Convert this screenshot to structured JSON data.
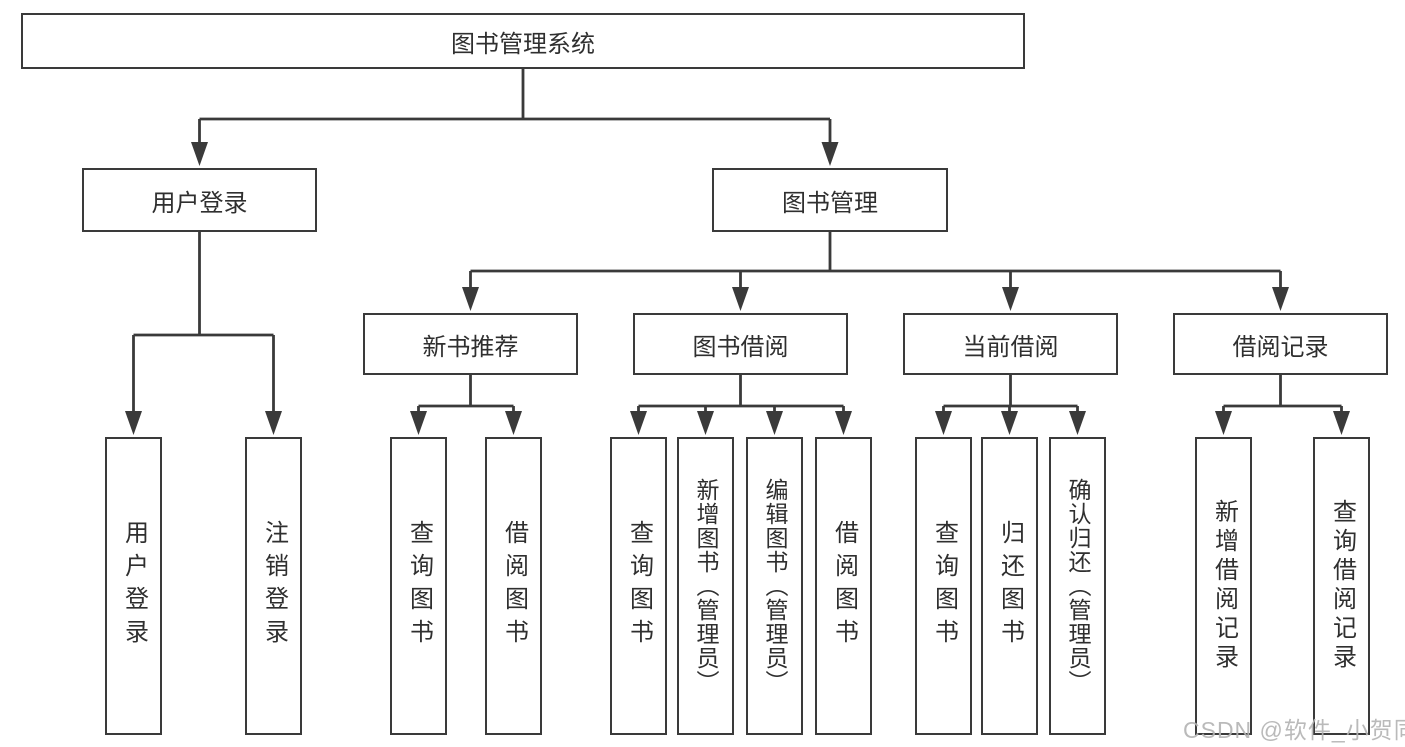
{
  "diagram": {
    "root": {
      "label": "图书管理系统"
    },
    "branches": [
      {
        "label": "用户登录",
        "children": [
          {
            "label": "用户登录"
          },
          {
            "label": "注销登录"
          }
        ]
      },
      {
        "label": "图书管理",
        "children": [
          {
            "label": "新书推荐",
            "children": [
              {
                "label": "查询图书"
              },
              {
                "label": "借阅图书"
              }
            ]
          },
          {
            "label": "图书借阅",
            "children": [
              {
                "label": "查询图书"
              },
              {
                "label": "新增图书（管理员）"
              },
              {
                "label": "编辑图书（管理员）"
              },
              {
                "label": "借阅图书"
              }
            ]
          },
          {
            "label": "当前借阅",
            "children": [
              {
                "label": "查询图书"
              },
              {
                "label": "归还图书"
              },
              {
                "label": "确认归还（管理员）"
              }
            ]
          },
          {
            "label": "借阅记录",
            "children": [
              {
                "label": "新增借阅记录"
              },
              {
                "label": "查询借阅记录"
              }
            ]
          }
        ]
      }
    ]
  },
  "watermark": {
    "text": "CSDN @软件_小贺同学"
  },
  "colors": {
    "line": "#3a3a3a",
    "text": "#2f2f2f",
    "background": "#ffffff",
    "box_fill": "#ffffff",
    "watermark": "#b3b3b3"
  }
}
